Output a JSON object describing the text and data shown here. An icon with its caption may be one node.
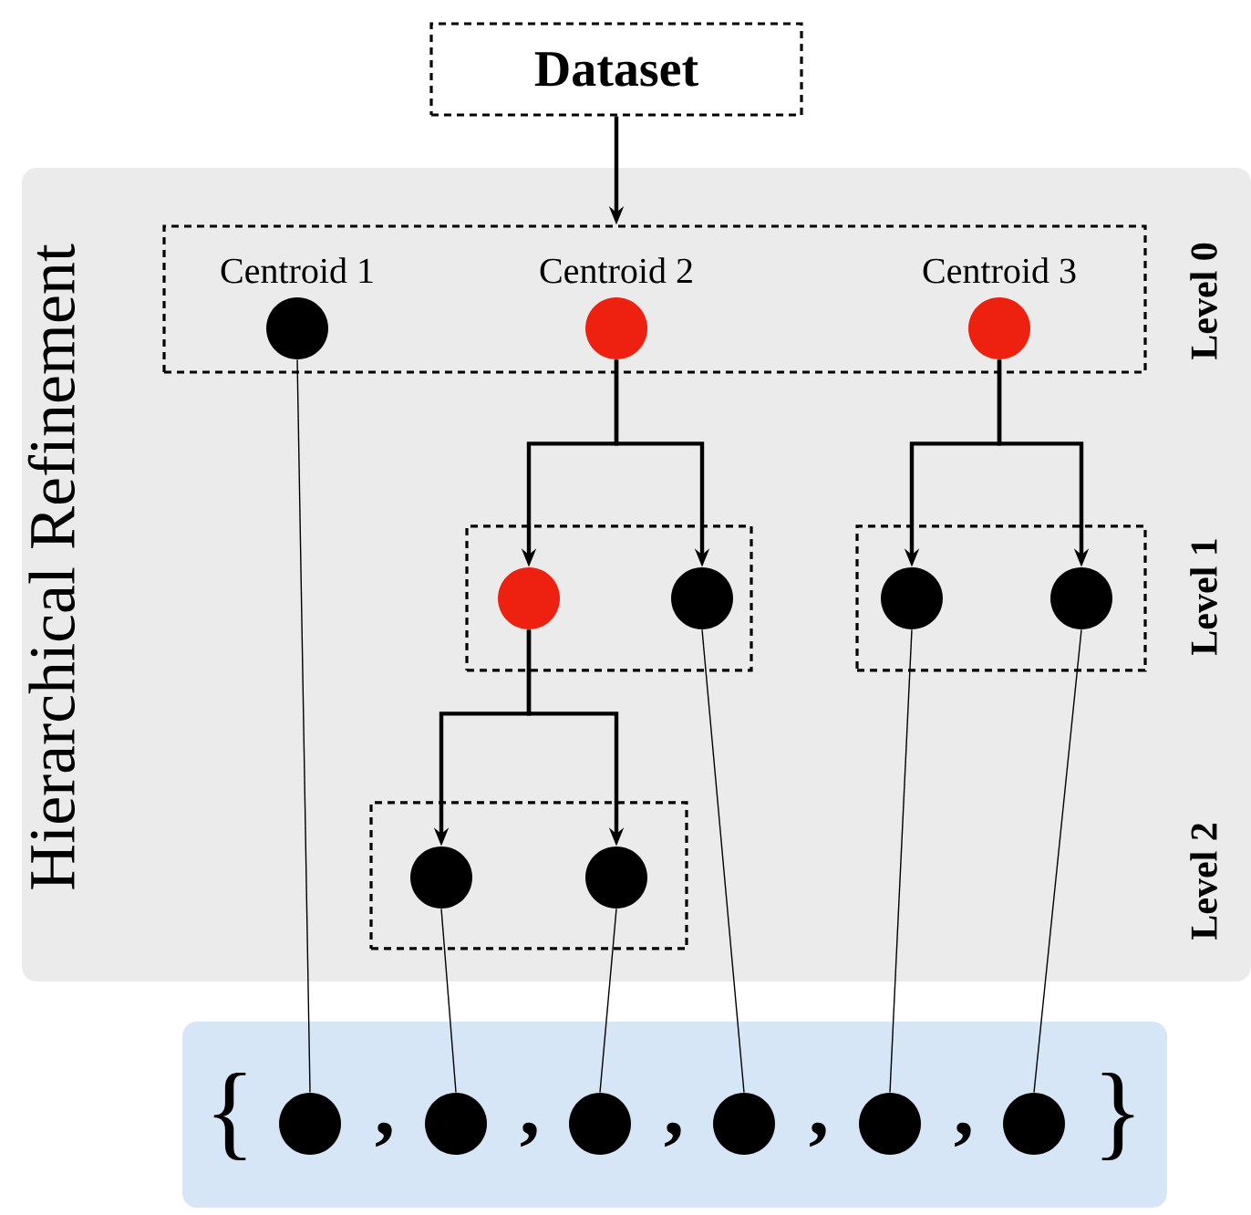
{
  "diagram": {
    "nodes": [
      {
        "text": [
          "Dataset"
        ]
      },
      {
        "text": [
          "Hierarchical Refinement"
        ]
      },
      {
        "text": [],
        "shape": "box",
        "in": 1
      },
      {
        "text": [
          "Centroid 1"
        ],
        "in": 2
      },
      {
        "text": [
          "Centroid 2"
        ],
        "in": 2
      },
      {
        "text": [
          "Centroid 3"
        ],
        "in": 2
      },
      {
        "text": [],
        "shape": "box",
        "in": 1
      },
      {
        "text": [],
        "shape": "circle",
        "in": 6
      },
      {
        "text": [],
        "shape": "circle",
        "in": 6
      },
      {
        "text": [],
        "shape": "box",
        "in": 1
      },
      {
        "text": [],
        "shape": "circle",
        "in": 9
      },
      {
        "text": [],
        "shape": "circle",
        "in": 9
      },
      {
        "text": [],
        "shape": "box",
        "in": 1
      },
      {
        "text": [],
        "shape": "circle",
        "in": 12
      },
      {
        "text": [],
        "shape": "circle",
        "in": 12
      },
      {
        "text": [],
        "shape": "box"
      },
      {
        "text": [],
        "shape": "circle",
        "in": 15
      },
      {
        "text": [],
        "shape": "circle",
        "in": 15
      },
      {
        "text": [],
        "shape": "circle",
        "in": 15
      },
      {
        "text": [],
        "shape": "circle",
        "in": 15
      },
      {
        "text": [],
        "shape": "circle",
        "in": 15
      },
      {
        "text": [],
        "shape": "circle",
        "in": 15
      }
    ],
    "edges": [
      {
        "from": 0,
        "to": 2,
        "arrow": "to"
      },
      {
        "from": 4,
        "to": 7,
        "arrow": "to"
      },
      {
        "from": 4,
        "to": 8,
        "arrow": "to"
      },
      {
        "from": 5,
        "to": 10,
        "arrow": "to"
      },
      {
        "from": 5,
        "to": 11,
        "arrow": "to"
      },
      {
        "from": 7,
        "to": 13,
        "arrow": "to"
      },
      {
        "from": 7,
        "to": 14,
        "arrow": "to"
      },
      {
        "from": 3,
        "to": 16,
        "arrow": "none"
      },
      {
        "from": 13,
        "to": 17,
        "arrow": "none"
      },
      {
        "from": 14,
        "to": 18,
        "arrow": "none"
      },
      {
        "from": 8,
        "to": 19,
        "arrow": "none"
      },
      {
        "from": 10,
        "to": 20,
        "arrow": "none"
      },
      {
        "from": 11,
        "to": 21,
        "arrow": "none"
      }
    ],
    "labels": [
      "Level 0",
      "Level 1",
      "Level 2",
      "{",
      ",",
      ",",
      ",",
      ",",
      ",",
      "}"
    ]
  }
}
